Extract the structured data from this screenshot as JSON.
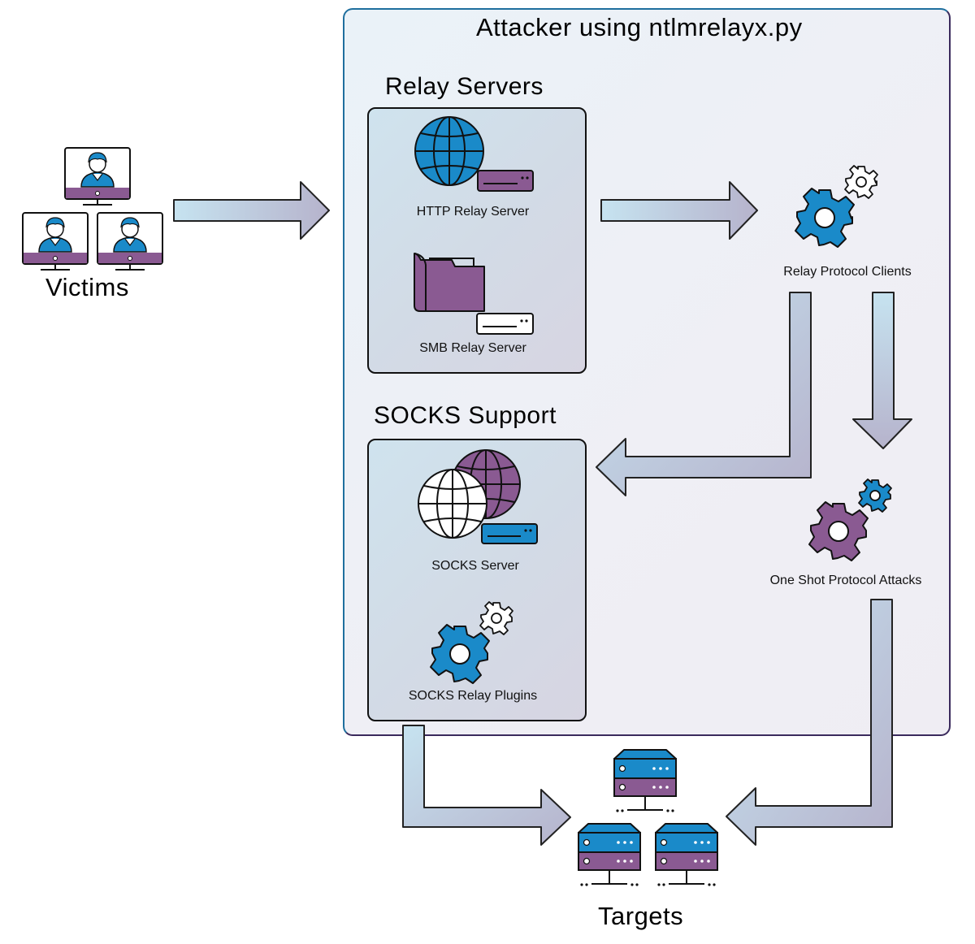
{
  "attacker": {
    "title": "Attacker using ntlmrelayx.py"
  },
  "relay_servers": {
    "title": "Relay Servers",
    "http_label": "HTTP Relay Server",
    "smb_label": "SMB Relay Server"
  },
  "relay_protocol_clients": {
    "label": "Relay Protocol Clients"
  },
  "socks_support": {
    "title": "SOCKS Support",
    "server_label": "SOCKS Server",
    "plugins_label": "SOCKS Relay Plugins"
  },
  "one_shot": {
    "label": "One Shot Protocol Attacks"
  },
  "victims": {
    "label": "Victims"
  },
  "targets": {
    "label": "Targets"
  },
  "colors": {
    "blue": "#1a8ac9",
    "purple": "#8a5a92",
    "frame": "#1f6f9e",
    "arrow_light": "#c9e3ef",
    "arrow_dark": "#b3b0c8"
  }
}
